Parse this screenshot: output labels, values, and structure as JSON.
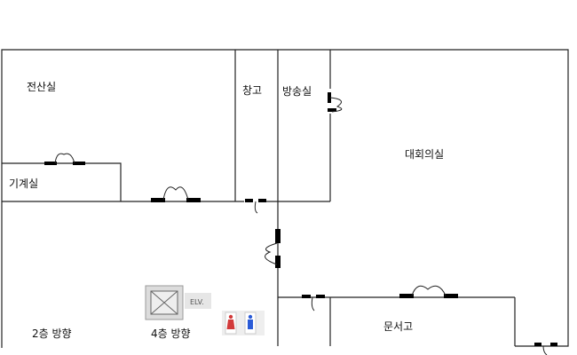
{
  "rooms": {
    "server_room": "전산실",
    "machine_room": "기계실",
    "storage": "창고",
    "broadcast_room": "방송실",
    "conference_room": "대회의실",
    "archive": "문서고"
  },
  "directions": {
    "to_floor2": "2층 방향",
    "to_floor4": "4층 방향"
  },
  "elevator_label": "ELV.",
  "restroom_colors": {
    "female": "#d23a3a",
    "male": "#2a5bd7"
  }
}
